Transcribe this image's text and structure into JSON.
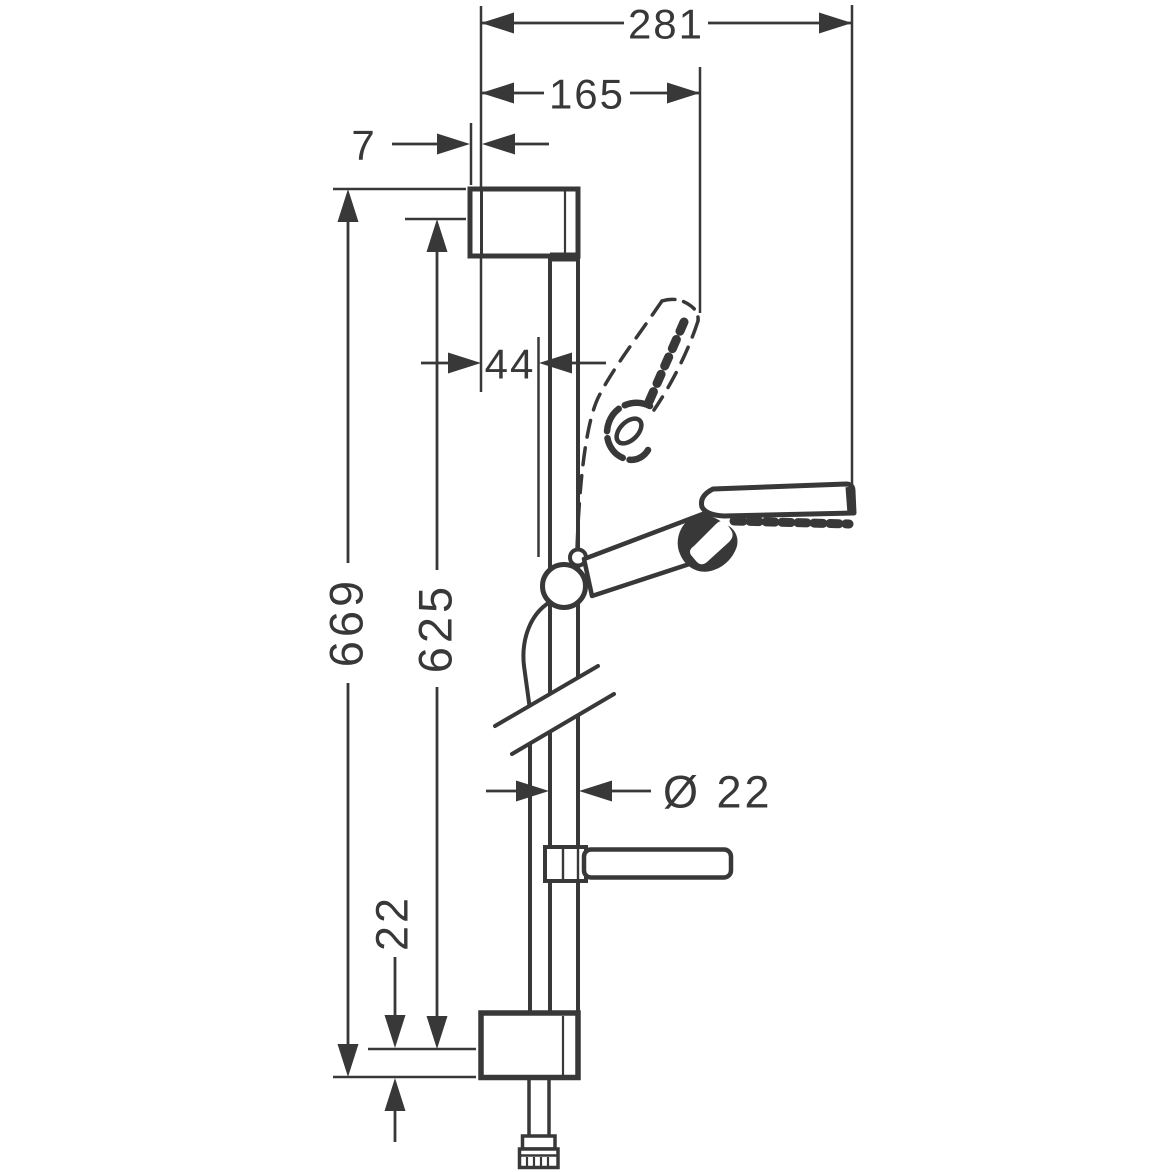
{
  "drawing": {
    "type": "technical-dimension-drawing",
    "subject": "shower-rail-set-side-elevation",
    "units": "mm",
    "colors": {
      "ink": "#383838",
      "paper": "#ffffff"
    },
    "dims": {
      "total_projection": "281",
      "stowed_projection": "165",
      "wall_plate_depth": "7",
      "holder_reach": "44",
      "overall_height": "669",
      "fixing_centres": "625",
      "rail_diameter": "Ø 22",
      "lower_fixing_offset": "22"
    },
    "components": [
      "top-wall-bracket",
      "shower-rail",
      "rail-break-symbol",
      "slider-knob",
      "hand-shower",
      "hand-shower-stowed-dashed",
      "soap-dish",
      "shower-hose",
      "bottom-wall-bracket",
      "hose-connector-nut"
    ]
  }
}
